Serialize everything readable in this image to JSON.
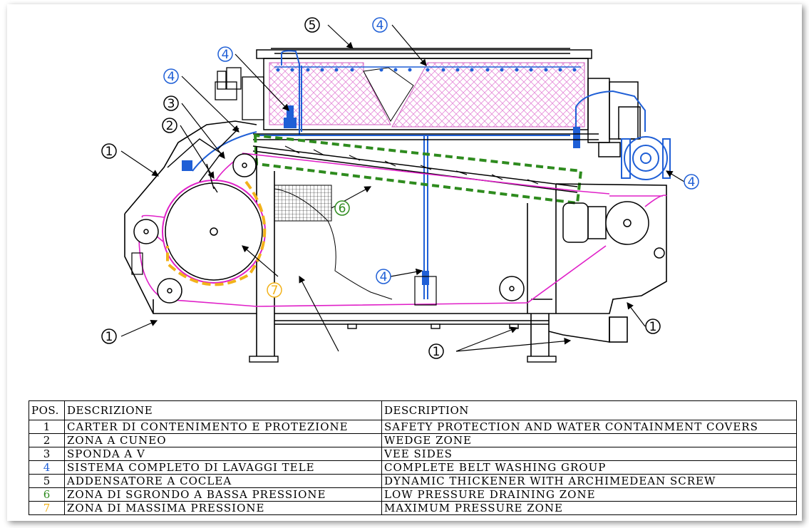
{
  "callouts": {
    "c1": "1",
    "c2": "2",
    "c3": "3",
    "c4": "4",
    "c5": "5",
    "c6": "6",
    "c7": "7"
  },
  "colors": {
    "black": "#000000",
    "blue": "#1f5fd6",
    "green": "#2e8b1e",
    "yellow": "#f2b21a",
    "magenta": "#e020c8",
    "hatch": "#f2a8e6"
  },
  "legend": {
    "headers": [
      "POS.",
      "DESCRIZIONE",
      "DESCRIPTION"
    ],
    "rows": [
      {
        "pos": "1",
        "it": "CARTER DI CONTENIMENTO E PROTEZIONE",
        "en": "SAFETY PROTECTION AND WATER CONTAINMENT COVERS",
        "color": "#000000"
      },
      {
        "pos": "2",
        "it": "ZONA A CUNEO",
        "en": "WEDGE ZONE",
        "color": "#000000"
      },
      {
        "pos": "3",
        "it": "SPONDA A V",
        "en": "VEE SIDES",
        "color": "#000000"
      },
      {
        "pos": "4",
        "it": "SISTEMA COMPLETO DI LAVAGGI TELE",
        "en": "COMPLETE BELT WASHING GROUP",
        "color": "#1f5fd6"
      },
      {
        "pos": "5",
        "it": "ADDENSATORE A COCLEA",
        "en": "DYNAMIC THICKENER WITH ARCHIMEDEAN SCREW",
        "color": "#000000"
      },
      {
        "pos": "6",
        "it": "ZONA DI SGRONDO A BASSA PRESSIONE",
        "en": "LOW PRESSURE DRAINING ZONE",
        "color": "#2e8b1e"
      },
      {
        "pos": "7",
        "it": "ZONA DI MASSIMA PRESSIONE",
        "en": "MAXIMUM PRESSURE ZONE",
        "color": "#f2b21a"
      }
    ]
  }
}
